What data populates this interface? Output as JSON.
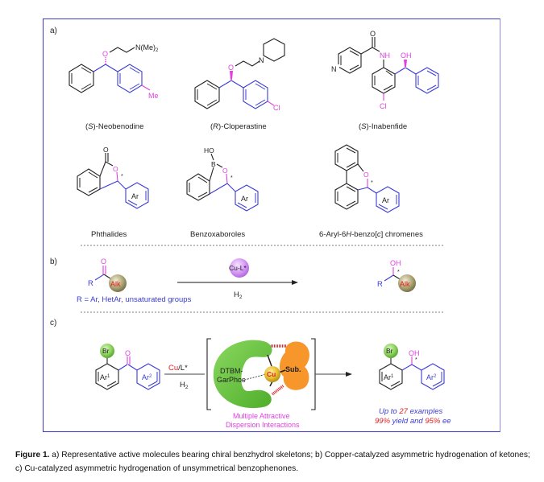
{
  "figure": {
    "panel_labels": {
      "a": "a)",
      "b": "b)",
      "c": "c)"
    },
    "colors": {
      "frame": "#3a3acf",
      "black_bond": "#222222",
      "blue_aryl": "#3b3bd6",
      "magenta_hetero": "#e040e0",
      "red_text": "#e02020",
      "green_sphere": "#7ccd4e",
      "olive_sphere": "#a8a070",
      "purple_sphere": "#d08ef0",
      "cu_sphere": "#e0b020",
      "substrate_orange": "#f7962a",
      "ligand_green": "#6cc644"
    },
    "panel_a": {
      "molecules": [
        {
          "name": "(S)-Neobenodine",
          "prefix": "(",
          "stereo": "S",
          "suffix": ")-Neobenodine",
          "labels": {
            "o": "O",
            "amine": "N(Me)",
            "amine_sub": "2",
            "me": "Me"
          }
        },
        {
          "name": "(R)-Cloperastine",
          "prefix": "(",
          "stereo": "R",
          "suffix": ")-Cloperastine",
          "labels": {
            "o": "O",
            "n": "N",
            "cl": "Cl"
          }
        },
        {
          "name": "(S)-Inabenfide",
          "prefix": "(",
          "stereo": "S",
          "suffix": ")-Inabenfide",
          "labels": {
            "o": "O",
            "nh": "NH",
            "oh": "OH",
            "n": "N",
            "cl": "Cl"
          }
        }
      ],
      "scaffolds": [
        {
          "name": "Phthalides",
          "labels": {
            "o_carbonyl": "O",
            "o_ring": "O",
            "star": "*",
            "ar": "Ar"
          }
        },
        {
          "name": "Benzoxaboroles",
          "labels": {
            "ho": "HO",
            "b": "B",
            "o_ring": "O",
            "star": "*",
            "ar": "Ar"
          }
        },
        {
          "name_pre": "6-Aryl-6",
          "name_h": "H",
          "name_mid": "-benzo[",
          "name_c": "c",
          "name_post": "] chromenes",
          "labels": {
            "o_ring": "O",
            "star": "*",
            "ar": "Ar"
          }
        }
      ]
    },
    "panel_b": {
      "substrate": {
        "o": "O",
        "r": "R",
        "alk": "Alk"
      },
      "catalyst": "Cu-L*",
      "reagent": "H",
      "reagent_sub": "2",
      "product": {
        "oh": "OH",
        "r": "R",
        "alk": "Alk",
        "star": "*"
      },
      "note": "R = Ar, HetAr, unsaturated groups"
    },
    "panel_c": {
      "substrate": {
        "br": "Br",
        "o": "O",
        "ar1": "Ar",
        "ar1_sup": "1",
        "ar2": "Ar",
        "ar2_sup": "2"
      },
      "catalyst_cu": "Cu",
      "catalyst_rest": "/L*",
      "reagent": "H",
      "reagent_sub": "2",
      "complex": {
        "ligand_line1": "DTBM-",
        "ligand_line2": "GarPhos",
        "metal": "Cu",
        "substrate": "Sub."
      },
      "interaction_line1": "Multiple Attractive",
      "interaction_line2": "Dispersion Interactions",
      "product": {
        "br": "Br",
        "oh": "OH",
        "star": "*",
        "ar1": "Ar",
        "ar1_sup": "1",
        "ar2": "Ar",
        "ar2_sup": "2"
      },
      "result_line1_pre": "Up to ",
      "result_line1_num": "27",
      "result_line1_post": " examples",
      "result_line2_a": "99%",
      "result_line2_b": " yield and ",
      "result_line2_c": "95%",
      "result_line2_d": " ee"
    }
  },
  "caption": {
    "label": "Figure 1.",
    "text": " a) Representative active molecules bearing chiral benzhydrol skeletons; b) Copper-catalyzed asymmetric hydrogenation of ketones; c) Cu-catalyzed asymmetric hydrogenation of unsymmetrical benzophenones."
  }
}
